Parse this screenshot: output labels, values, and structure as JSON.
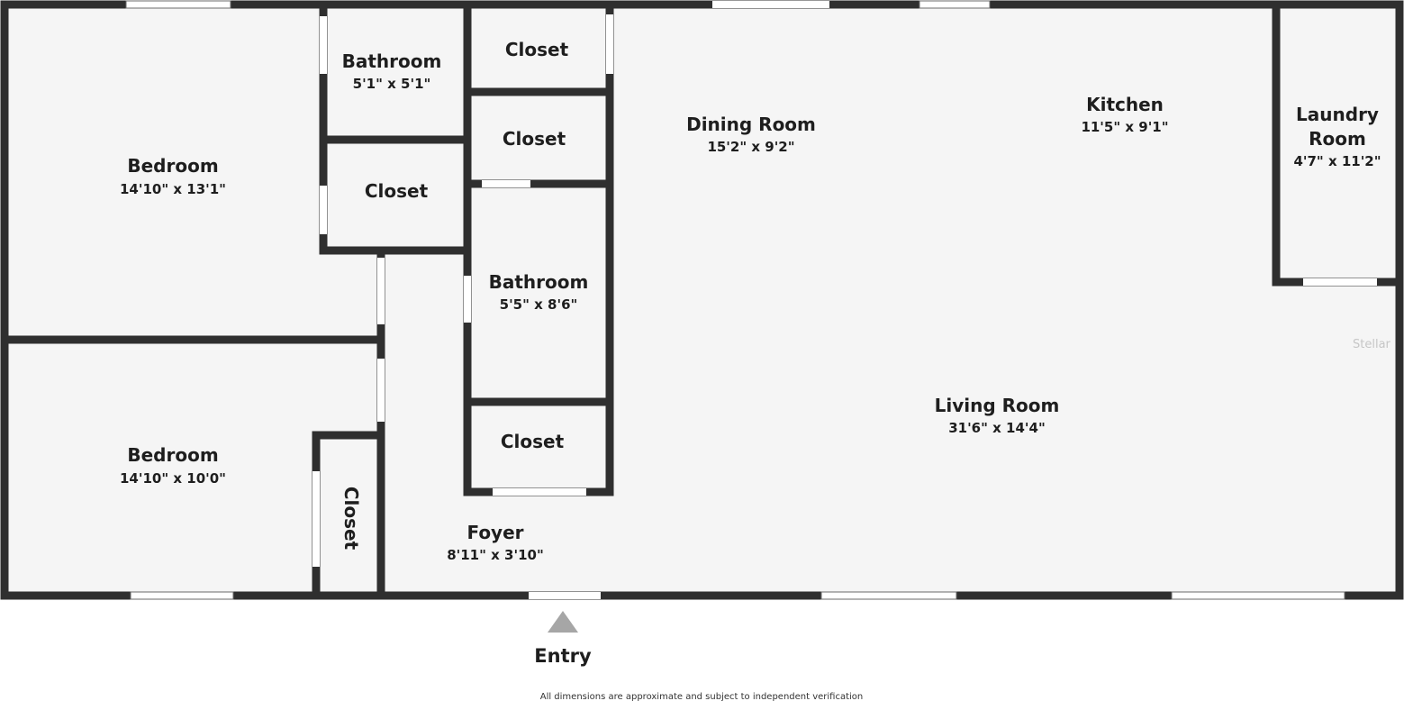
{
  "colors": {
    "wall": "#2f2f2f",
    "floor": "#f5f5f5",
    "window": "#ffffff",
    "entry_arrow": "#a6a6a6"
  },
  "rooms": {
    "bedroom_top": {
      "name": "Bedroom",
      "size": "14'10\" x 13'1\""
    },
    "bedroom_bottom": {
      "name": "Bedroom",
      "size": "14'10\" x 10'0\""
    },
    "bathroom_top": {
      "name": "Bathroom",
      "size": "5'1\" x 5'1\""
    },
    "closet_mid_left": {
      "name": "Closet"
    },
    "closet_top_a": {
      "name": "Closet"
    },
    "closet_top_b": {
      "name": "Closet"
    },
    "bathroom_mid": {
      "name": "Bathroom",
      "size": "5'5\" x 8'6\""
    },
    "closet_low": {
      "name": "Closet"
    },
    "closet_vertical": {
      "name": "Closet"
    },
    "foyer": {
      "name": "Foyer",
      "size": "8'11\" x 3'10\""
    },
    "dining": {
      "name": "Dining Room",
      "size": "15'2\" x 9'2\""
    },
    "kitchen": {
      "name": "Kitchen",
      "size": "11'5\" x 9'1\""
    },
    "laundry": {
      "name_line1": "Laundry",
      "name_line2": "Room",
      "size": "4'7\" x 11'2\""
    },
    "living": {
      "name": "Living Room",
      "size": "31'6\" x 14'4\""
    }
  },
  "entry_label": "Entry",
  "watermark": "Stellar",
  "disclaimer": "All dimensions are approximate and subject to independent verification"
}
